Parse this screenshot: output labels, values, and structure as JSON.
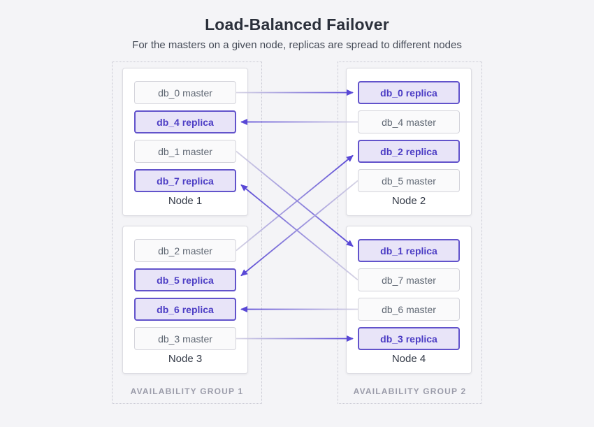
{
  "header": {
    "title": "Load-Balanced Failover",
    "subtitle": "For the masters on a given node, replicas are spread to different nodes"
  },
  "colors": {
    "accent": "#5948d6",
    "line_start": "#d6d4e4",
    "line_end": "#5948d6",
    "replica_bg": "#e8e4f8",
    "replica_border": "#6253cb",
    "replica_text": "#4b3cc4",
    "master_bg": "#fafafb",
    "master_border": "#d4d4db",
    "master_text": "#5f6773"
  },
  "groups": [
    {
      "label": "AVAILABILITY GROUP 1",
      "nodes": [
        {
          "label": "Node 1",
          "boxes": [
            {
              "id": "db_0_master",
              "label": "db_0 master",
              "type": "master"
            },
            {
              "id": "db_4_replica",
              "label": "db_4 replica",
              "type": "replica"
            },
            {
              "id": "db_1_master",
              "label": "db_1 master",
              "type": "master"
            },
            {
              "id": "db_7_replica",
              "label": "db_7 replica",
              "type": "replica"
            }
          ]
        },
        {
          "label": "Node 3",
          "boxes": [
            {
              "id": "db_2_master",
              "label": "db_2 master",
              "type": "master"
            },
            {
              "id": "db_5_replica",
              "label": "db_5 replica",
              "type": "replica"
            },
            {
              "id": "db_6_replica",
              "label": "db_6 replica",
              "type": "replica"
            },
            {
              "id": "db_3_master",
              "label": "db_3 master",
              "type": "master"
            }
          ]
        }
      ]
    },
    {
      "label": "AVAILABILITY GROUP 2",
      "nodes": [
        {
          "label": "Node 2",
          "boxes": [
            {
              "id": "db_0_replica",
              "label": "db_0 replica",
              "type": "replica"
            },
            {
              "id": "db_4_master",
              "label": "db_4 master",
              "type": "master"
            },
            {
              "id": "db_2_replica",
              "label": "db_2 replica",
              "type": "replica"
            },
            {
              "id": "db_5_master",
              "label": "db_5 master",
              "type": "master"
            }
          ]
        },
        {
          "label": "Node 4",
          "boxes": [
            {
              "id": "db_1_replica",
              "label": "db_1 replica",
              "type": "replica"
            },
            {
              "id": "db_7_master",
              "label": "db_7 master",
              "type": "master"
            },
            {
              "id": "db_6_master",
              "label": "db_6 master",
              "type": "master"
            },
            {
              "id": "db_3_replica",
              "label": "db_3 replica",
              "type": "replica"
            }
          ]
        }
      ]
    }
  ],
  "connections": [
    {
      "from": "db_0_master",
      "to": "db_0_replica"
    },
    {
      "from": "db_4_master",
      "to": "db_4_replica"
    },
    {
      "from": "db_1_master",
      "to": "db_1_replica"
    },
    {
      "from": "db_2_master",
      "to": "db_2_replica"
    },
    {
      "from": "db_5_master",
      "to": "db_5_replica"
    },
    {
      "from": "db_7_master",
      "to": "db_7_replica"
    },
    {
      "from": "db_6_master",
      "to": "db_6_replica"
    },
    {
      "from": "db_3_master",
      "to": "db_3_replica"
    }
  ]
}
